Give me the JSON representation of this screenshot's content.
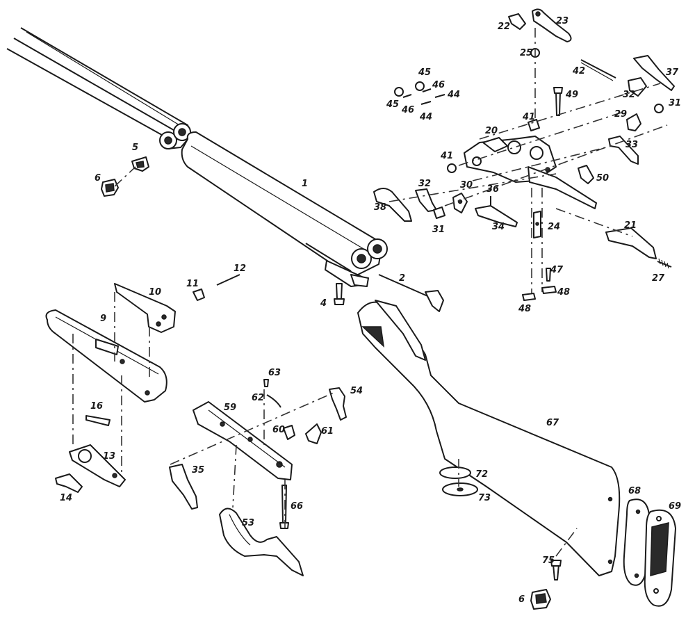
{
  "labels": {
    "l1": "1",
    "l2": "2",
    "l4": "4",
    "l5": "5",
    "l6a": "6",
    "l6b": "6",
    "l9": "9",
    "l10": "10",
    "l11": "11",
    "l12": "12",
    "l13": "13",
    "l14": "14",
    "l16": "16",
    "l20": "20",
    "l21": "21",
    "l22": "22",
    "l23": "23",
    "l24": "24",
    "l25": "25",
    "l27": "27",
    "l29": "29",
    "l30": "30",
    "l31a": "31",
    "l31b": "31",
    "l32a": "32",
    "l32b": "32",
    "l33": "33",
    "l34": "34",
    "l35": "35",
    "l36": "36",
    "l37": "37",
    "l38": "38",
    "l41a": "41",
    "l41b": "41",
    "l42": "42",
    "l44a": "44",
    "l44b": "44",
    "l45a": "45",
    "l45b": "45",
    "l46a": "46",
    "l46b": "46",
    "l47": "47",
    "l48a": "48",
    "l48b": "48",
    "l49": "49",
    "l50": "50",
    "l53": "53",
    "l54": "54",
    "l59": "59",
    "l60": "60",
    "l61": "61",
    "l62": "62",
    "l63": "63",
    "l66": "66",
    "l67": "67",
    "l68": "68",
    "l69": "69",
    "l72": "72",
    "l73": "73",
    "l75": "75"
  }
}
